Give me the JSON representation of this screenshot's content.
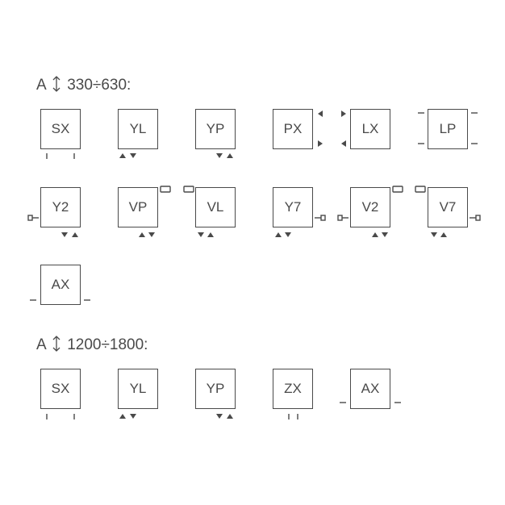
{
  "sections": [
    {
      "label_prefix": "A",
      "range": "330÷630:",
      "items": [
        {
          "code": "SX",
          "icon": "bottom-two-ticks"
        },
        {
          "code": "YL",
          "icon": "bottom-up-down-triangles"
        },
        {
          "code": "YP",
          "icon": "bottom-down-up-triangles"
        },
        {
          "code": "PX",
          "icon": "right-side-arrows"
        },
        {
          "code": "LX",
          "icon": "left-side-arrows"
        },
        {
          "code": "LP",
          "icon": "both-sides-short-lines"
        },
        {
          "code": "Y2",
          "icon": "left-plug-bottom-triangles"
        },
        {
          "code": "VP",
          "icon": "right-valve-bottom-triangles"
        },
        {
          "code": "VL",
          "icon": "left-valve-bottom-triangles"
        },
        {
          "code": "Y7",
          "icon": "right-plug-bottom-triangles"
        },
        {
          "code": "V2",
          "icon": "left-plug-right-valve-bottom-triangles"
        },
        {
          "code": "V7",
          "icon": "right-plug-left-valve-bottom-triangles"
        },
        {
          "code": "AX",
          "icon": "both-sides-bottom-lines"
        }
      ]
    },
    {
      "label_prefix": "A",
      "range": "1200÷1800:",
      "items": [
        {
          "code": "SX",
          "icon": "bottom-two-ticks"
        },
        {
          "code": "YL",
          "icon": "bottom-up-down-triangles"
        },
        {
          "code": "YP",
          "icon": "bottom-down-up-triangles"
        },
        {
          "code": "ZX",
          "icon": "bottom-two-center-ticks"
        },
        {
          "code": "AX",
          "icon": "both-sides-bottom-lines"
        }
      ]
    }
  ],
  "colors": {
    "stroke": "#4a4a4a",
    "background": "#ffffff"
  }
}
